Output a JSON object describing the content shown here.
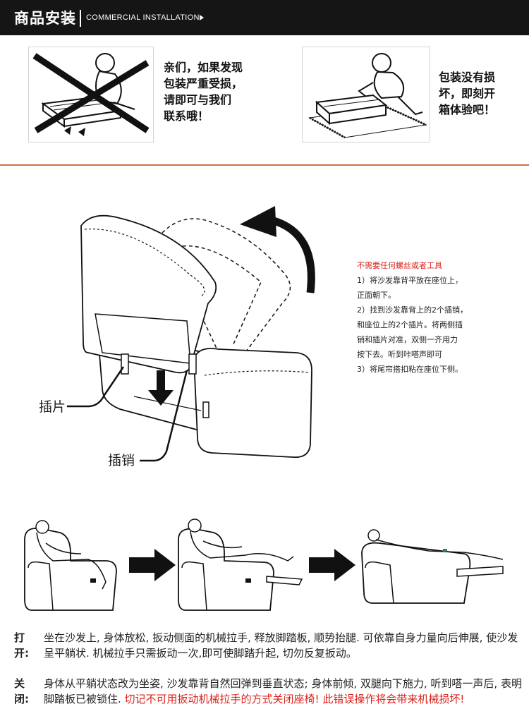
{
  "header": {
    "title": "商品安装",
    "subtitle": "COMMERCIAL INSTALLATION"
  },
  "package_check": {
    "left_text": [
      "亲们，如果发现",
      "包装严重受损，",
      "请即可与我们",
      "联系哦！"
    ],
    "right_text": [
      "包装没有损",
      "坏，即刻开",
      "箱体验吧！"
    ]
  },
  "assembly": {
    "label_tab": "插片",
    "label_pin": "插销",
    "instructions_title": "不需要任何螺丝或者工具",
    "instructions": [
      "1）将沙发靠背平放在座位上，",
      "正面朝下。",
      "2）找到沙发靠背上的2个插销，",
      "和座位上的2个插片。将两侧插",
      "销和插片对准，双侧一齐用力",
      "按下去。听到咔嗒声即可",
      "3）将尾帘搭扣粘在座位下侧。"
    ]
  },
  "usage": {
    "open_label": "打开:",
    "open_text": "坐在沙发上, 身体放松, 扳动侧面的机械拉手, 释放脚踏板, 顺势抬腿. 可依靠自身力量向后伸展, 使沙发呈平躺状. 机械拉手只需扳动一次,即可使脚踏升起, 切勿反复扳动。",
    "close_label": "关闭:",
    "close_text": "身体从平躺状态改为坐姿, 沙发靠背自然回弹到垂直状态; 身体前倾, 双腿向下施力, 听到嗒一声后, 表明脚踏板已被锁住. ",
    "close_warning": "切记不可用扳动机械拉手的方式关闭座椅! 此错误操作将会带来机械损坏!"
  },
  "colors": {
    "header_bg": "#151515",
    "divider": "#c9743f",
    "warning_red": "#d9221c"
  }
}
